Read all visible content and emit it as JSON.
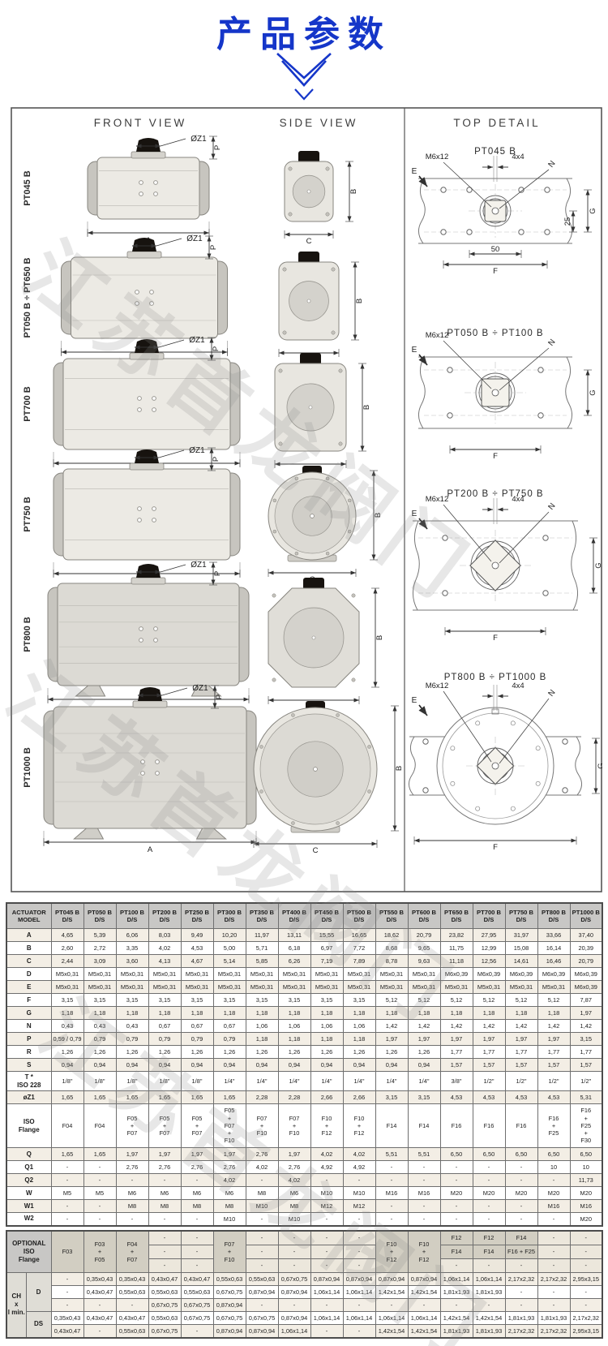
{
  "page": {
    "title": "产品参数"
  },
  "watermark": "江苏首龙阀门",
  "accent_color": "#1536c9",
  "drawings": {
    "panel_headers": {
      "front": "FRONT VIEW",
      "side": "SIDE VIEW",
      "top": "TOP DETAIL"
    },
    "row_labels": [
      "PT045 B",
      "PT050 B ÷ PT650 B",
      "PT700 B",
      "PT750 B",
      "PT800 B",
      "PT1000 B"
    ],
    "dim_labels": {
      "oz1": "ØZ1",
      "p": "P",
      "a": "A",
      "b": "B",
      "c": "C"
    },
    "top_details": [
      {
        "title": "PT045 B",
        "m6": "M6x12",
        "e": "E",
        "n": "N",
        "g": "G",
        "f": "F",
        "s4": "4x4",
        "d25": "25",
        "d50": "50"
      },
      {
        "title": "PT050 B ÷ PT100 B",
        "m6": "M6x12",
        "e": "E",
        "n": "N",
        "g": "G",
        "f": "F"
      },
      {
        "title": "PT200 B ÷ PT750 B",
        "m6": "M6x12",
        "e": "E",
        "n": "N",
        "g": "G",
        "f": "F",
        "s4": "4x4"
      },
      {
        "title": "PT800 B ÷ PT1000 B",
        "m6": "M6x12",
        "e": "E",
        "n": "N",
        "g": "G",
        "f": "F",
        "s4": "4x4"
      }
    ]
  },
  "main_table": {
    "header_col1": "ACTUATOR\nMODEL",
    "sub": "D/S",
    "models": [
      "PT045 B",
      "PT050 B",
      "PT100 B",
      "PT200 B",
      "PT250 B",
      "PT300 B",
      "PT350 B",
      "PT400 B",
      "PT450 B",
      "PT500 B",
      "PT550 B",
      "PT600 B",
      "PT650 B",
      "PT700 B",
      "PT750 B",
      "PT800 B",
      "PT1000 B"
    ],
    "rows": [
      {
        "label": "A",
        "values": [
          "4,65",
          "5,39",
          "6,06",
          "8,03",
          "9,49",
          "10,20",
          "11,97",
          "13,11",
          "15,55",
          "16,65",
          "18,62",
          "20,79",
          "23,82",
          "27,95",
          "31,97",
          "33,66",
          "37,40"
        ]
      },
      {
        "label": "B",
        "values": [
          "2,60",
          "2,72",
          "3,35",
          "4,02",
          "4,53",
          "5,00",
          "5,71",
          "6,18",
          "6,97",
          "7,72",
          "8,68",
          "9,65",
          "11,75",
          "12,99",
          "15,08",
          "16,14",
          "20,39"
        ]
      },
      {
        "label": "C",
        "values": [
          "2,44",
          "3,09",
          "3,60",
          "4,13",
          "4,67",
          "5,14",
          "5,85",
          "6,26",
          "7,19",
          "7,89",
          "8,78",
          "9,63",
          "11,18",
          "12,56",
          "14,61",
          "16,46",
          "20,79"
        ]
      },
      {
        "label": "D",
        "values": [
          "M5x0,31",
          "M5x0,31",
          "M5x0,31",
          "M5x0,31",
          "M5x0,31",
          "M5x0,31",
          "M5x0,31",
          "M5x0,31",
          "M5x0,31",
          "M5x0,31",
          "M5x0,31",
          "M5x0,31",
          "M6x0,39",
          "M6x0,39",
          "M6x0,39",
          "M6x0,39",
          "M6x0,39"
        ]
      },
      {
        "label": "E",
        "values": [
          "M5x0,31",
          "M5x0,31",
          "M5x0,31",
          "M5x0,31",
          "M5x0,31",
          "M5x0,31",
          "M5x0,31",
          "M5x0,31",
          "M5x0,31",
          "M5x0,31",
          "M5x0,31",
          "M5x0,31",
          "M5x0,31",
          "M5x0,31",
          "M5x0,31",
          "M5x0,31",
          "M6x0,39"
        ]
      },
      {
        "label": "F",
        "values": [
          "3,15",
          "3,15",
          "3,15",
          "3,15",
          "3,15",
          "3,15",
          "3,15",
          "3,15",
          "3,15",
          "3,15",
          "5,12",
          "5,12",
          "5,12",
          "5,12",
          "5,12",
          "5,12",
          "7,87"
        ]
      },
      {
        "label": "G",
        "values": [
          "1,18",
          "1,18",
          "1,18",
          "1,18",
          "1,18",
          "1,18",
          "1,18",
          "1,18",
          "1,18",
          "1,18",
          "1,18",
          "1,18",
          "1,18",
          "1,18",
          "1,18",
          "1,18",
          "1,97"
        ]
      },
      {
        "label": "N",
        "values": [
          "0,43",
          "0,43",
          "0,43",
          "0,67",
          "0,67",
          "0,67",
          "1,06",
          "1,06",
          "1,06",
          "1,06",
          "1,42",
          "1,42",
          "1,42",
          "1,42",
          "1,42",
          "1,42",
          "1,42"
        ]
      },
      {
        "label": "P",
        "values": [
          "0,59 / 0,79",
          "0,79",
          "0,79",
          "0,79",
          "0,79",
          "0,79",
          "1,18",
          "1,18",
          "1,18",
          "1,18",
          "1,97",
          "1,97",
          "1,97",
          "1,97",
          "1,97",
          "1,97",
          "3,15"
        ]
      },
      {
        "label": "R",
        "values": [
          "1,26",
          "1,26",
          "1,26",
          "1,26",
          "1,26",
          "1,26",
          "1,26",
          "1,26",
          "1,26",
          "1,26",
          "1,26",
          "1,26",
          "1,77",
          "1,77",
          "1,77",
          "1,77",
          "1,77"
        ]
      },
      {
        "label": "S",
        "values": [
          "0,94",
          "0,94",
          "0,94",
          "0,94",
          "0,94",
          "0,94",
          "0,94",
          "0,94",
          "0,94",
          "0,94",
          "0,94",
          "0,94",
          "1,57",
          "1,57",
          "1,57",
          "1,57",
          "1,57"
        ]
      },
      {
        "label": "T *\nISO 228",
        "values": [
          "1/8\"",
          "1/8\"",
          "1/8\"",
          "1/8\"",
          "1/8\"",
          "1/4\"",
          "1/4\"",
          "1/4\"",
          "1/4\"",
          "1/4\"",
          "1/4\"",
          "1/4\"",
          "3/8\"",
          "1/2\"",
          "1/2\"",
          "1/2\"",
          "1/2\""
        ]
      },
      {
        "label": "øZ1",
        "values": [
          "1,65",
          "1,65",
          "1,65",
          "1,65",
          "1,65",
          "1,65",
          "2,28",
          "2,28",
          "2,66",
          "2,66",
          "3,15",
          "3,15",
          "4,53",
          "4,53",
          "4,53",
          "4,53",
          "5,31"
        ]
      },
      {
        "label": "ISO\nFlange",
        "values": [
          "F04",
          "F04",
          "F05\n+\nF07",
          "F05\n+\nF07",
          "F05\n+\nF07",
          "F05\n+\nF07\n+\nF10",
          "F07\n+\nF10",
          "F07\n+\nF10",
          "F10\n+\nF12",
          "F10\n+\nF12",
          "F14",
          "F14",
          "F16",
          "F16",
          "F16",
          "F16\n+\nF25",
          "F16\n+\nF25\n+\nF30"
        ]
      },
      {
        "label": "Q",
        "values": [
          "1,65",
          "1,65",
          "1,97",
          "1,97",
          "1,97",
          "1,97",
          "2,76",
          "1,97",
          "4,02",
          "4,02",
          "5,51",
          "5,51",
          "6,50",
          "6,50",
          "6,50",
          "6,50",
          "6,50"
        ]
      },
      {
        "label": "Q1",
        "values": [
          "-",
          "-",
          "2,76",
          "2,76",
          "2,76",
          "2,76",
          "4,02",
          "2,76",
          "4,92",
          "4,92",
          "-",
          "-",
          "-",
          "-",
          "-",
          "10",
          "10"
        ]
      },
      {
        "label": "Q2",
        "values": [
          "-",
          "-",
          "-",
          "-",
          "-",
          "4,02",
          "-",
          "4,02",
          "-",
          "-",
          "-",
          "-",
          "-",
          "-",
          "-",
          "-",
          "11,73"
        ]
      },
      {
        "label": "W",
        "values": [
          "M5",
          "M5",
          "M6",
          "M6",
          "M6",
          "M6",
          "M8",
          "M6",
          "M10",
          "M10",
          "M16",
          "M16",
          "M20",
          "M20",
          "M20",
          "M20",
          "M20"
        ]
      },
      {
        "label": "W1",
        "values": [
          "-",
          "-",
          "M8",
          "M8",
          "M8",
          "M8",
          "M10",
          "M8",
          "M12",
          "M12",
          "-",
          "-",
          "-",
          "-",
          "-",
          "M16",
          "M16"
        ]
      },
      {
        "label": "W2",
        "values": [
          "-",
          "-",
          "-",
          "-",
          "-",
          "M10",
          "-",
          "M10",
          "-",
          "-",
          "-",
          "-",
          "-",
          "-",
          "-",
          "-",
          "M20"
        ]
      }
    ]
  },
  "optional_table": {
    "flange_label": "OPTIONAL\nISO\nFlange",
    "flange_cells": [
      {
        "split": false,
        "text": "F03"
      },
      {
        "split": false,
        "text": "F03\n+\nF05"
      },
      {
        "split": false,
        "text": "F04\n+\nF07"
      },
      {
        "split": true,
        "cells": [
          "-",
          "-",
          "-"
        ]
      },
      {
        "split": true,
        "cells": [
          "-",
          "-",
          "-"
        ]
      },
      {
        "split": false,
        "text": "F07\n+\nF10"
      },
      {
        "split": true,
        "cells": [
          "-",
          "-",
          "-"
        ]
      },
      {
        "split": true,
        "cells": [
          "-",
          "-",
          "-"
        ]
      },
      {
        "split": true,
        "cells": [
          "-",
          "-",
          "-"
        ]
      },
      {
        "split": true,
        "cells": [
          "-",
          "-",
          "-"
        ]
      },
      {
        "split": false,
        "text": "F10\n+\nF12"
      },
      {
        "split": false,
        "text": "F10\n+\nF12"
      },
      {
        "split": true,
        "cells": [
          "F12",
          "F14",
          "-"
        ]
      },
      {
        "split": true,
        "cells": [
          "F12",
          "F14",
          "-"
        ]
      },
      {
        "split": true,
        "cells": [
          "F14",
          "F16 + F25",
          "-"
        ]
      },
      {
        "split": true,
        "cells": [
          "-",
          "-",
          "-"
        ]
      },
      {
        "split": true,
        "cells": [
          "-",
          "-",
          "-"
        ]
      }
    ],
    "ch_label": "CH\nx\nl min.",
    "d_label": "D",
    "ds_label": "DS",
    "d_rows": [
      [
        "-",
        "0,35x0,43",
        "0,35x0,43",
        "0,43x0,47",
        "0,43x0,47",
        "0,55x0,63",
        "0,55x0,63",
        "0,67x0,75",
        "0,87x0,94",
        "0,87x0,94",
        "0,87x0,94",
        "0,87x0,94",
        "1,06x1,14",
        "1,06x1,14",
        "2,17x2,32",
        "2,17x2,32",
        "2,95x3,15"
      ],
      [
        "-",
        "0,43x0,47",
        "0,55x0,63",
        "0,55x0,63",
        "0,55x0,63",
        "0,67x0,75",
        "0,87x0,94",
        "0,87x0,94",
        "1,06x1,14",
        "1,06x1,14",
        "1,42x1,54",
        "1,42x1,54",
        "1,81x1,93",
        "1,81x1,93",
        "-",
        "-",
        "-"
      ],
      [
        "-",
        "-",
        "-",
        "0,67x0,75",
        "0,67x0,75",
        "0,87x0,94",
        "-",
        "-",
        "-",
        "-",
        "-",
        "-",
        "-",
        "-",
        "-",
        "-",
        "-"
      ]
    ],
    "ds_rows": [
      [
        "0,35x0,43",
        "0,43x0,47",
        "0,43x0,47",
        "0,55x0,63",
        "0,67x0,75",
        "0,67x0,75",
        "0,67x0,75",
        "0,87x0,94",
        "1,06x1,14",
        "1,06x1,14",
        "1,06x1,14",
        "1,06x1,14",
        "1,42x1,54",
        "1,42x1,54",
        "1,81x1,93",
        "1,81x1,93",
        "2,17x2,32"
      ],
      [
        "0,43x0,47",
        "-",
        "0,55x0,63",
        "0,67x0,75",
        "-",
        "0,87x0,94",
        "0,87x0,94",
        "1,06x1,14",
        "-",
        "-",
        "1,42x1,54",
        "1,42x1,54",
        "1,81x1,93",
        "1,81x1,93",
        "2,17x2,32",
        "2,17x2,32",
        "2,95x3,15"
      ]
    ]
  }
}
